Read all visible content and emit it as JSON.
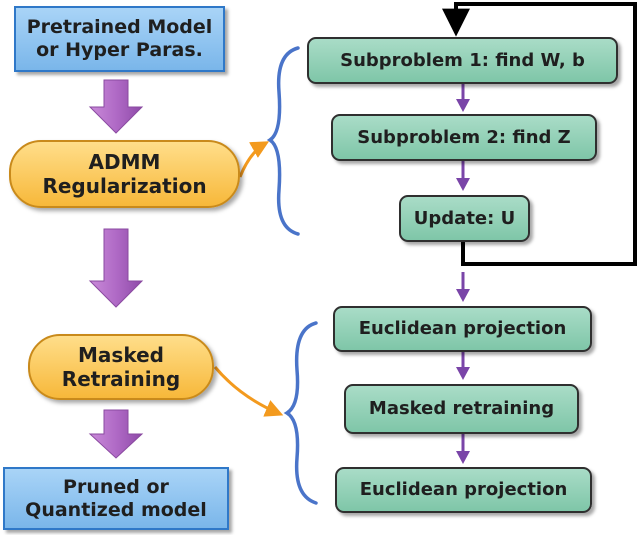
{
  "colors": {
    "blue_box": "#8cc3f0",
    "orange_box": "#f9c24f",
    "green_box": "#93d1b6",
    "purple_arrow": "#b169c7",
    "small_arrow": "#7a45a8",
    "brace": "#4a74c9",
    "orange_arrow": "#f39a1e",
    "feedback_line": "#000000"
  },
  "left_flow": {
    "pretrained": {
      "line1": "Pretrained Model",
      "line2": "or Hyper Paras."
    },
    "admm": {
      "line1": "ADMM",
      "line2": "Regularization"
    },
    "masked": {
      "line1": "Masked",
      "line2": "Retraining"
    },
    "output": {
      "line1": "Pruned or",
      "line2": "Quantized model"
    }
  },
  "right_flow": {
    "sub1": "Subproblem 1: find W, b",
    "sub2": "Subproblem 2: find Z",
    "update": "Update: U",
    "proj1": "Euclidean projection",
    "retrain": "Masked retraining",
    "proj2": "Euclidean projection"
  },
  "icons": {
    "left_arrows": "down-arrow-icon",
    "right_arrows": "down-arrow-icon",
    "braces": "curly-brace-icon",
    "links": "curved-arrow-icon",
    "feedback": "loop-arrow-icon"
  }
}
